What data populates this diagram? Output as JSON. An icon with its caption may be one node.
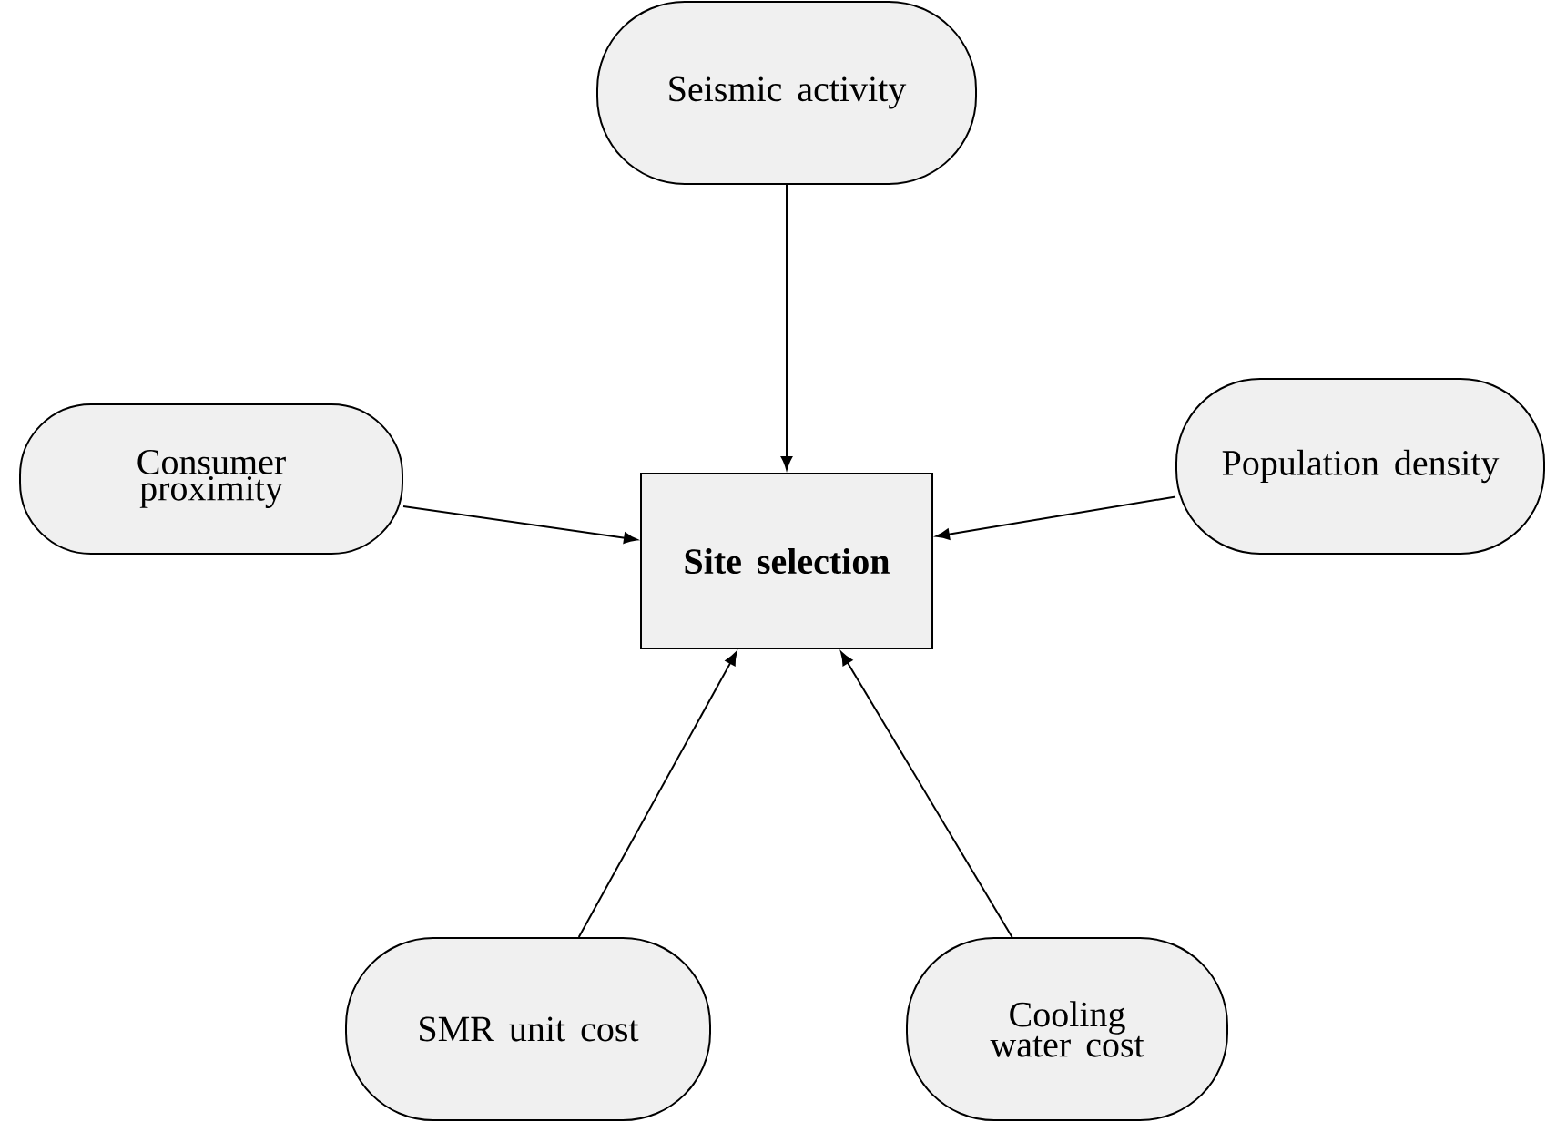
{
  "diagram": {
    "nodes": [
      {
        "text": [
          "Seismic activity"
        ]
      },
      {
        "text": [
          "Consumer proximity"
        ]
      },
      {
        "text": [
          "Site selection"
        ]
      },
      {
        "text": [
          "Population density"
        ]
      },
      {
        "text": [
          "SMR unit cost"
        ]
      },
      {
        "text": [
          "Cooling water cost"
        ]
      }
    ],
    "edges": [
      {
        "from": 0,
        "to": 2,
        "arrow": "to"
      },
      {
        "from": 1,
        "to": 2,
        "arrow": "to"
      },
      {
        "from": 3,
        "to": 2,
        "arrow": "to"
      },
      {
        "from": 4,
        "to": 2,
        "arrow": "to"
      },
      {
        "from": 5,
        "to": 2,
        "arrow": "to"
      }
    ]
  }
}
